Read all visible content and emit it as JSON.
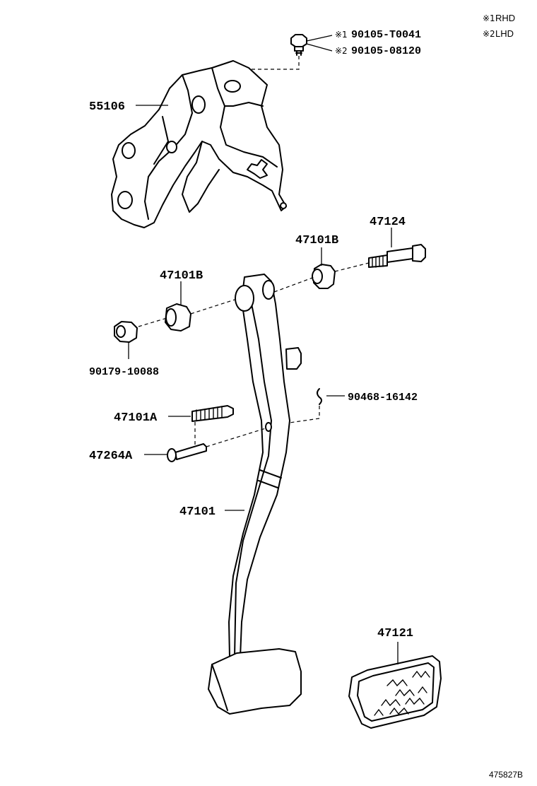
{
  "legend": [
    {
      "mark": "※1",
      "text": "RHD"
    },
    {
      "mark": "※2",
      "text": "LHD"
    }
  ],
  "parts": {
    "bolt_top_rhd": {
      "mark": "※1",
      "number": "90105-T0041"
    },
    "bolt_top_lhd": {
      "mark": "※2",
      "number": "90105-08120"
    },
    "bracket": "55106",
    "pivot_bolt": "47124",
    "bushing_right": "47101B",
    "bushing_left": "47101B",
    "nut": "90179-10088",
    "clip": "90468-16142",
    "spring": "47101A",
    "pin": "47264A",
    "pedal_arm": "47101",
    "pedal_pad": "47121"
  },
  "diagram_code": "475827B"
}
